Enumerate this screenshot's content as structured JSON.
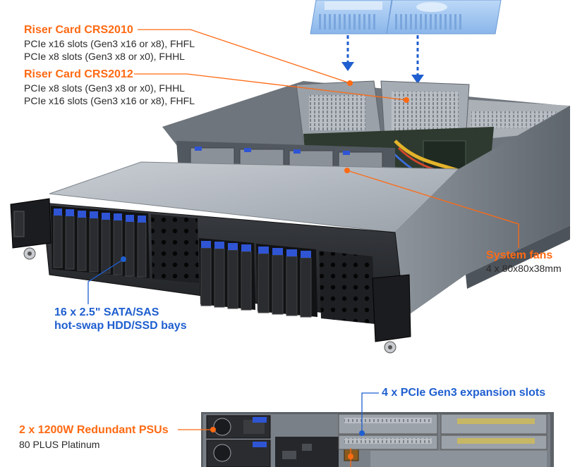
{
  "callouts": {
    "riser_2010": {
      "title": "Riser Card CRS2010",
      "lines": [
        "PCIe x16 slots (Gen3 x16 or x8), FHFL",
        "PCIe x8 slots (Gen3 x8 or x0), FHHL"
      ]
    },
    "riser_2012": {
      "title": "Riser Card CRS2012",
      "lines": [
        "PCIe x8 slots (Gen3 x8 or x0), FHHL",
        "PCIe x16 slots (Gen3 x16 or x8), FHFL"
      ]
    },
    "fans": {
      "title": "System fans",
      "detail": "4 x 80x80x38mm"
    },
    "bays": {
      "line1": "16 x 2.5\" SATA/SAS",
      "line2": "hot-swap HDD/SSD bays"
    },
    "expansion": {
      "title": "4 x PCIe Gen3 expansion slots"
    },
    "psu": {
      "title": "2 x 1200W Redundant PSUs",
      "detail": "80 PLUS Platinum"
    }
  },
  "colors": {
    "orange": "#ff6a13",
    "blue": "#1f5fd0",
    "card_blue": "#9ec4f0",
    "drive_tab_blue": "#2f55d4"
  }
}
